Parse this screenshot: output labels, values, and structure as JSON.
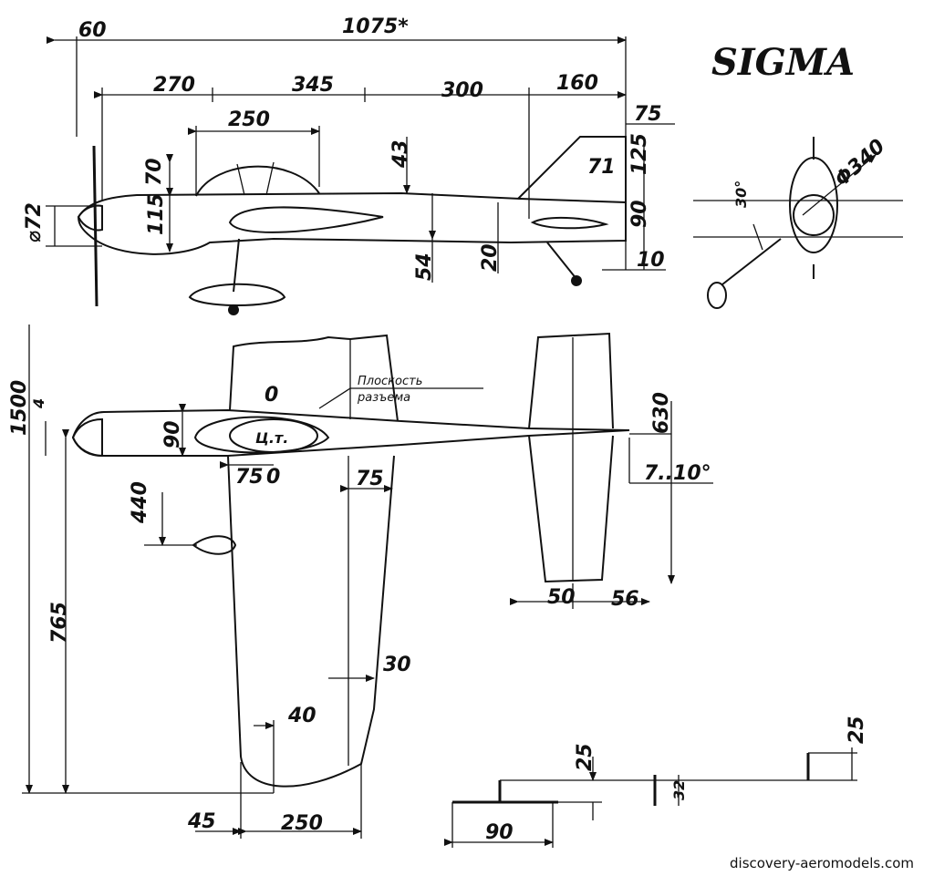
{
  "title": "SIGMA",
  "credit": "discovery-aeromodels.com",
  "side_view": {
    "dims": {
      "d60": "60",
      "d1075": "1075*",
      "d270": "270",
      "d345": "345",
      "d300": "300",
      "d160": "160",
      "d75": "75",
      "d250": "250",
      "d70": "70",
      "d43": "43",
      "d115": "115",
      "d72": "⌀72",
      "d125": "125",
      "d90": "90",
      "d54": "54",
      "d20": "20",
      "d10": "10",
      "d71": "71"
    }
  },
  "front_view": {
    "dims": {
      "d30": "30°",
      "d340": "Φ340"
    }
  },
  "top_view": {
    "dims": {
      "d1500": "1500",
      "d4": "4",
      "d90": "90",
      "d440": "440",
      "d765": "765",
      "d75a": "75",
      "d75b": "75",
      "d630": "630",
      "d7_10": "7..10°",
      "d50": "50",
      "d56": "56",
      "d30": "30",
      "d40": "40",
      "d45": "45",
      "d250": "250",
      "cg": "Ц.т.",
      "mark_o": "0"
    },
    "note": [
      "Плоскость",
      "разъема"
    ]
  },
  "detail": {
    "dims": {
      "d25a": "25",
      "d32": "32",
      "d25b": "25",
      "d90": "90"
    }
  }
}
